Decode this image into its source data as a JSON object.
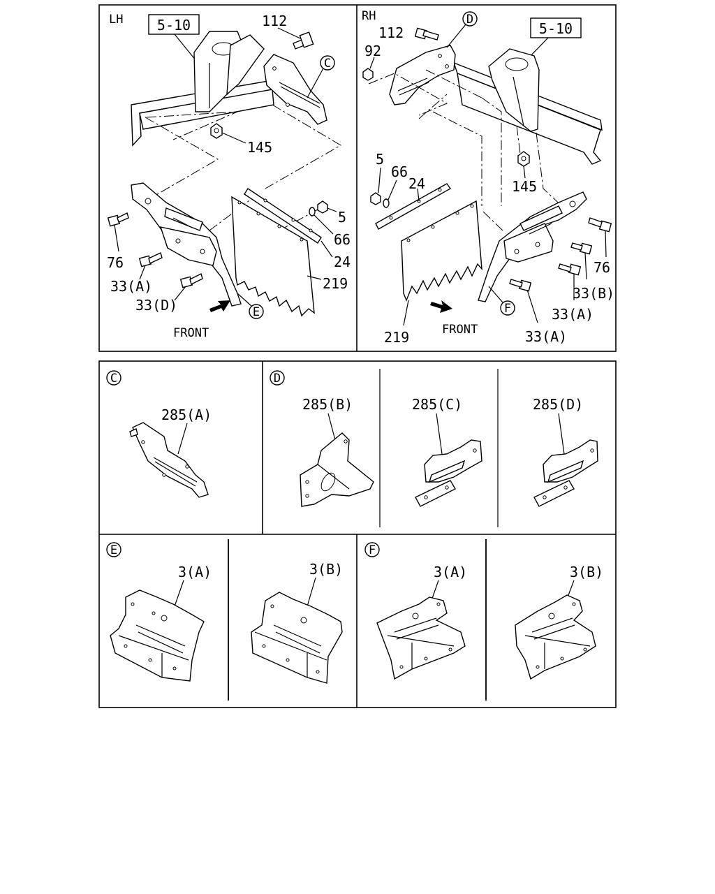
{
  "top": {
    "lh": {
      "side": "LH",
      "ref_box": "5-10",
      "labels": [
        "112",
        "145",
        "5",
        "66",
        "24",
        "219",
        "76",
        "33(A)",
        "33(D)"
      ],
      "callouts": [
        "C",
        "E"
      ],
      "front": "FRONT"
    },
    "rh": {
      "side": "RH",
      "ref_box": "5-10",
      "labels": [
        "112",
        "92",
        "145",
        "5",
        "66",
        "24",
        "76",
        "33(B)",
        "33(A)",
        "33(A)",
        "219"
      ],
      "callouts": [
        "D",
        "F"
      ],
      "front": "FRONT"
    }
  },
  "detail_c": {
    "callout": "C",
    "part": "285(A)"
  },
  "detail_d": {
    "callout": "D",
    "parts": [
      "285(B)",
      "285(C)",
      "285(D)"
    ]
  },
  "detail_e": {
    "callout": "E",
    "parts": [
      "3(A)",
      "3(B)"
    ]
  },
  "detail_f": {
    "callout": "F",
    "parts": [
      "3(A)",
      "3(B)"
    ]
  }
}
